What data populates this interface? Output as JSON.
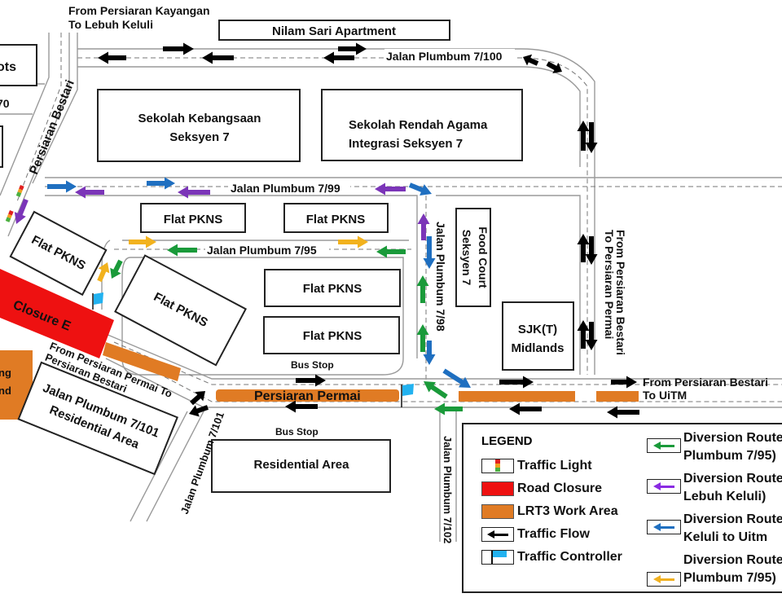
{
  "map": {
    "title_top_left": [
      "From Persiaran Kayangan",
      "To Lebuh Keluli"
    ],
    "buildings": {
      "nilam_sari": "Nilam Sari Apartment",
      "partial_top_left": "ots",
      "sekolah_kebangsaan": [
        "Sekolah Kebangsaan",
        "Seksyen 7"
      ],
      "sekolah_rendah": [
        "Sekolah Rendah Agama",
        "Integrasi Seksyen 7"
      ],
      "flat_pkns": "Flat PKNS",
      "food_court": [
        "Food Court",
        "Seksyen 7"
      ],
      "sjkt": [
        "SJK(T)",
        "Midlands"
      ],
      "residential_area": "Residential Area",
      "jp7101_residential": [
        "Jalan Plumbum 7/101",
        "Residential Area"
      ],
      "partial_orange": [
        "ng",
        "nd"
      ]
    },
    "roads": {
      "jp7100": "Jalan Plumbum 7/100",
      "jp799": "Jalan Plumbum 7/99",
      "jp795": "Jalan Plumbum 7/95",
      "jp798": "Jalan Plumbum 7/98",
      "jp7101": "Jalan Plumbum 7/101",
      "jp7102": "Jalan Plumbum 7/102",
      "persiaran_bestari": "Persiaran Bestari",
      "persiaran_permai": "Persiaran Permai",
      "partial_70": "70"
    },
    "annotations": {
      "closure": "Closure E",
      "bus_stop": "Bus Stop",
      "from_bestari_to_permai": [
        "From Persiaran Bestari",
        "To Persiaran Permai"
      ],
      "from_permai_to_bestari": [
        "From Persiaran Permai To",
        "Persiaran Bestari"
      ],
      "from_bestari_to_uitm": [
        "From Persiaran Bestari",
        "To UiTM"
      ]
    }
  },
  "legend": {
    "title": "LEGEND",
    "items": [
      {
        "label": "Traffic Light",
        "icon": "traffic-light-icon"
      },
      {
        "label": "Road Closure",
        "icon": "road-closure-swatch",
        "color": "#ee1111"
      },
      {
        "label": "LRT3 Work Area",
        "icon": "lrt3-work-area-swatch",
        "color": "#e07b24"
      },
      {
        "label": "Traffic Flow",
        "icon": "traffic-flow-arrow-icon",
        "color": "#000000"
      },
      {
        "label": "Traffic Controller",
        "icon": "traffic-controller-flag-icon",
        "color": "#22b2f0"
      }
    ],
    "diversion_routes": [
      {
        "lines": [
          "Diversion Route",
          "Plumbum 7/95)"
        ],
        "color": "#1a9a3a"
      },
      {
        "lines": [
          "Diversion Route",
          "Lebuh Keluli)"
        ],
        "color": "#8a2be2"
      },
      {
        "lines": [
          "Diversion Route",
          "Keluli to Uitm"
        ],
        "color": "#1f6fc0"
      },
      {
        "lines": [
          "Diversion Route",
          "Plumbum 7/95)"
        ],
        "color": "#f0b020"
      }
    ]
  },
  "colors": {
    "closure": "#ee1111",
    "work_area": "#e07b24",
    "green": "#1a9a3a",
    "purple": "#7b35b8",
    "blue": "#1f6fc0",
    "yellow": "#f2b21e",
    "controller": "#22b2f0"
  }
}
